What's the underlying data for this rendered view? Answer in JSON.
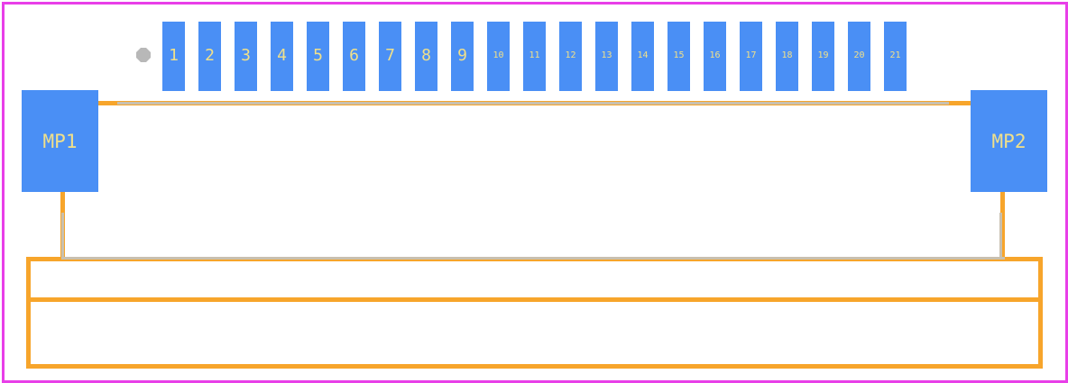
{
  "colors": {
    "board_outline": "#e83fe8",
    "pad": "#4a8ff5",
    "pad_label": "#f0e08a",
    "silkscreen": "#f7a52b",
    "courtyard": "#c8c0b0",
    "pin1_marker": "#b8b8b8"
  },
  "signal_pads": [
    "1",
    "2",
    "3",
    "4",
    "5",
    "6",
    "7",
    "8",
    "9",
    "10",
    "11",
    "12",
    "13",
    "14",
    "15",
    "16",
    "17",
    "18",
    "19",
    "20",
    "21"
  ],
  "mount_pads": [
    "MP1",
    "MP2"
  ],
  "pin1_marker_icon": "octagon-dot-icon"
}
